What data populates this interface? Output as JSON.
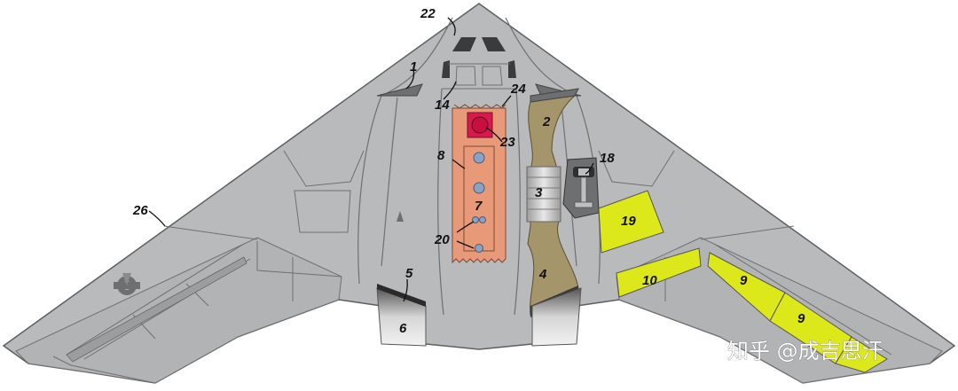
{
  "labels": {
    "l1": "1",
    "l2": "2",
    "l3": "3",
    "l4": "4",
    "l5": "5",
    "l6": "6",
    "l7": "7",
    "l8": "8",
    "l9a": "9",
    "l9b": "9",
    "l10": "10",
    "l14": "14",
    "l18": "18",
    "l19": "19",
    "l20": "20",
    "l22": "22",
    "l23": "23",
    "l24": "24",
    "l26": "26"
  },
  "watermark": "知乎 @成吉思汗",
  "colors": {
    "airframe": "#b9babc",
    "panel_line": "#6f7072",
    "weapons_bay": "#e89a78",
    "highlight_red": "#d8194e",
    "equipment_bay": "#a4956a",
    "yellow_panel": "#dde81a",
    "dark_panel": "#6e6f71"
  }
}
